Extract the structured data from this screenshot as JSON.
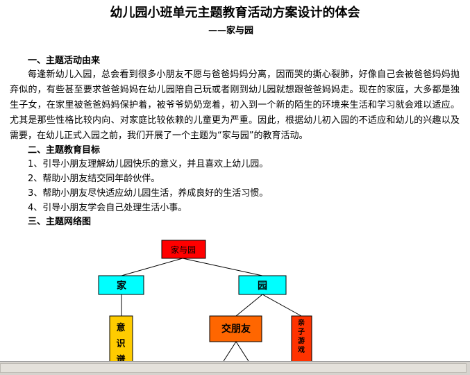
{
  "doc": {
    "title": "幼儿园小班单元主题教育活动方案设计的体会",
    "subtitle": "——家与园",
    "sections": [
      {
        "heading": "一、主题活动由来"
      },
      {
        "heading": "二、主题教育目标"
      },
      {
        "heading": "三、主题网络图"
      }
    ],
    "intro": "每逢新幼儿入园，总会看到很多小朋友不愿与爸爸妈妈分离，因而哭的撕心裂肺，好像自己会被爸爸妈妈抛弃似的，有些甚至要求爸爸妈妈在幼儿园陪自己玩或者刚到幼儿园就想跟爸爸妈妈走。现在的家庭，大多都是独生子女，在家里被爸爸妈妈保护着，被爷爷奶奶宠着，初入到一个新的陌生的环境来生活和学习就会难以适应。尤其是那些性格比较内向、对家庭比较依赖的儿童更为严重。因此，根据幼儿初入园的不适应和幼儿的兴趣以及需要，在幼儿正式入园之前，我们开展了一个主题为“家与园”的教育活动。",
    "goals": [
      "1、引导小朋友理解幼儿园快乐的意义，并且喜欢上幼儿园。",
      "2、帮助小朋友结交同年龄伙伴。",
      "3、帮助小朋友尽快适应幼儿园生活，养成良好的生活习惯。",
      "4、引导小朋友学会自己处理生活小事。"
    ]
  },
  "diagram": {
    "root": {
      "label": "家与园",
      "color": "#ff0000"
    },
    "home": {
      "label": "家",
      "color": "#00ffff"
    },
    "garden": {
      "label": "园",
      "color": "#00ffff"
    },
    "awareness": {
      "label": "意识谱",
      "color": "#ffcc00"
    },
    "friends": {
      "label": "交朋友",
      "color": "#ff6600"
    },
    "parent_game": {
      "label": "亲子游戏",
      "color": "#ff3300"
    }
  }
}
